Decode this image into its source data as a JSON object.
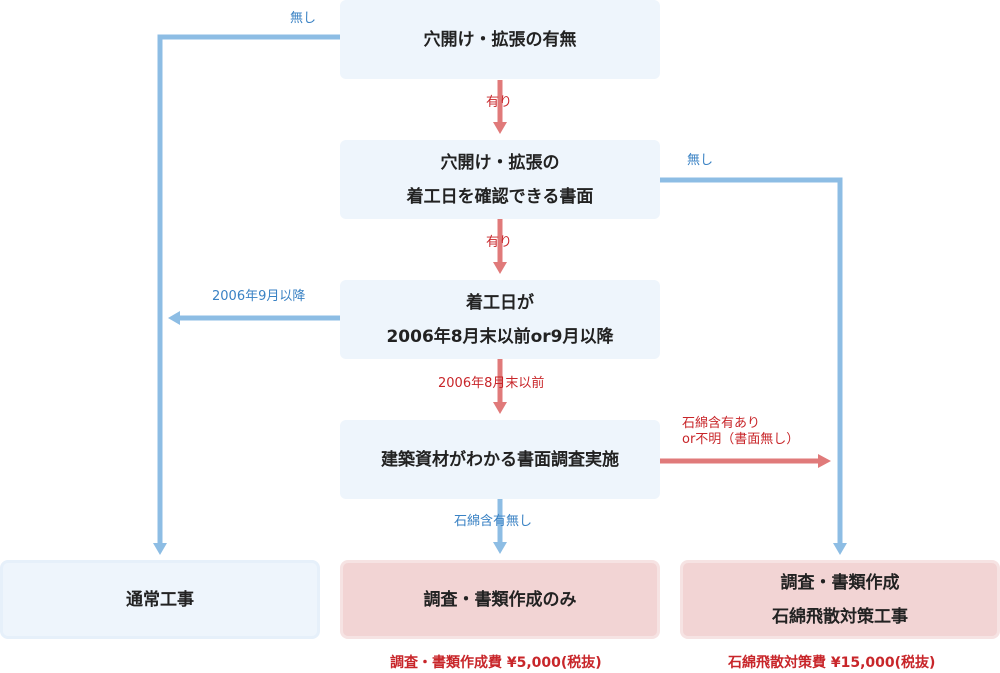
{
  "nodes": {
    "q1": "穴開け・拡張の有無",
    "q2_line1": "穴開け・拡張の",
    "q2_line2": "着工日を確認できる書面",
    "q3_line1": "着工日が",
    "q3_line2": "2006年8月末以前or9月以降",
    "q4": "建築資材がわかる書面調査実施",
    "r_normal": "通常工事",
    "r_survey": "調査・書類作成のみ",
    "r_both_line1": "調査・書類作成",
    "r_both_line2": "石綿飛散対策工事"
  },
  "edges": {
    "q1_no": "無し",
    "q1_yes": "有り",
    "q2_yes": "有り",
    "q2_no": "無し",
    "q3_after": "2006年9月以降",
    "q3_before": "2006年8月末以前",
    "q4_has_line1": "石綿含有あり",
    "q4_has_line2": "or不明（書面無し）",
    "q4_none": "石綿含有無し"
  },
  "costs": {
    "survey": "調査・書類作成費 ¥5,000(税抜)",
    "countermeasure": "石綿飛散対策費 ¥15,000(税抜)"
  },
  "colors": {
    "blue_path": "#8dbde4",
    "red_path": "#e07a7a",
    "blue_text": "#3a82c4",
    "red_text": "#c8262a",
    "question_bg": "#eef5fc",
    "result_pink": "#f2d4d4"
  }
}
